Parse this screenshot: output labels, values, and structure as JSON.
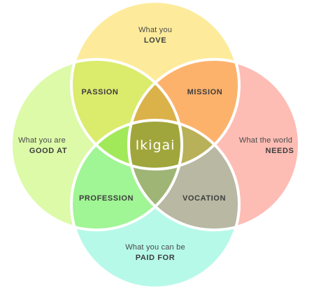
{
  "colors": {
    "love": "#fdeb9b",
    "good_at": "#dcfaa8",
    "needs": "#fdbdb4",
    "paid_for": "#b6f9e9",
    "passion": "#dbeb6c",
    "mission": "#fdb26c",
    "profession": "#a0f594",
    "vocation": "#b8b8a3",
    "love_good_needs": "#dbb14a",
    "love_good_paid": "#a2e95a",
    "love_needs_paid": "#b9b05a",
    "good_needs_paid": "#9fb575",
    "ikigai": "#a1a63c",
    "stroke": "#ffffff"
  },
  "circles": {
    "love": {
      "line1": "What you",
      "line2": "LOVE"
    },
    "good_at": {
      "line1": "What you are",
      "line2": "GOOD AT"
    },
    "needs": {
      "line1": "What the world",
      "line2": "NEEDS"
    },
    "paid_for": {
      "line1": "What you can be",
      "line2": "PAID FOR"
    }
  },
  "overlaps": {
    "passion": "PASSION",
    "mission": "MISSION",
    "profession": "PROFESSION",
    "vocation": "VOCATION"
  },
  "center": "Ikigai"
}
